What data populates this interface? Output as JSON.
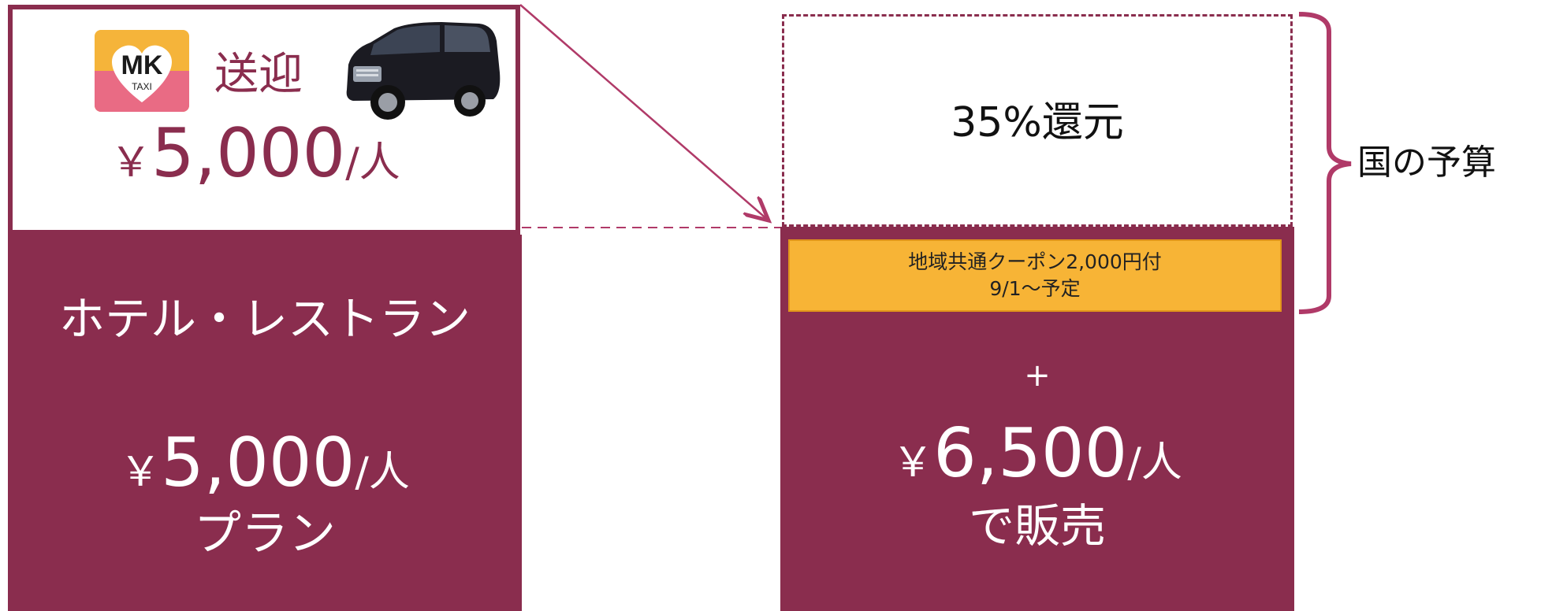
{
  "left": {
    "transfer_label": "送迎",
    "transfer_price_symbol": "￥",
    "transfer_price_value": "5,000",
    "transfer_price_unit": "/人",
    "hotel_label": "ホテル・レストラン",
    "plan_price_symbol": "￥",
    "plan_price_value": "5,000",
    "plan_price_unit": "/人",
    "plan_label": "プラン"
  },
  "logo": {
    "brand": "MK",
    "sub": "TAXI"
  },
  "right": {
    "rebate_label": "35%還元",
    "coupon_line1": "地域共通クーポン2,000円付",
    "coupon_line2": "9/1～予定",
    "plus_sign": "+",
    "sale_price_symbol": "￥",
    "sale_price_value": "6,500",
    "sale_price_unit": "/人",
    "sale_label": "で販売"
  },
  "budget_label": "国の予算",
  "colors": {
    "maroon": "#8a2d4e",
    "coupon_yellow": "#f7b436",
    "logo_pink": "#e96b84",
    "logo_yellow": "#f5b43a"
  }
}
